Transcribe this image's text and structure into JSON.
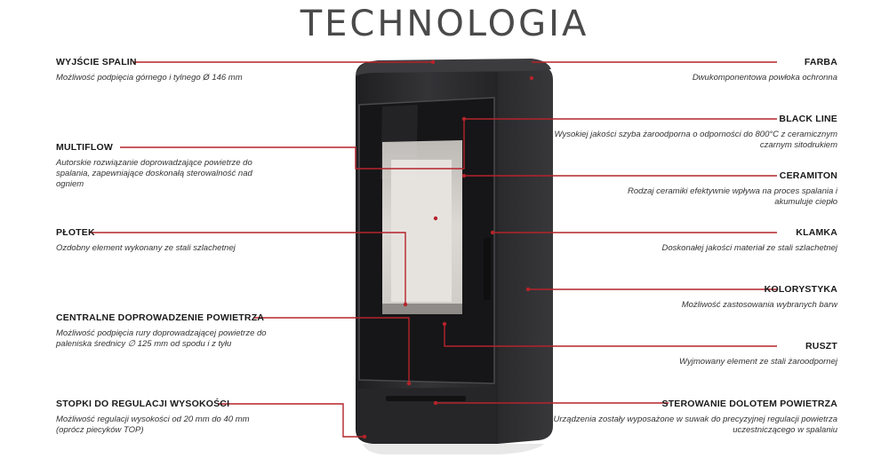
{
  "title": "TECHNOLOGIA",
  "colors": {
    "line": "#b5232a",
    "stove_body": "#2b2b2d",
    "glass": "#1c1c1e",
    "chamber": "#d9d6d2"
  },
  "left_labels": [
    {
      "name": "WYJŚCIE SPALIN",
      "desc": "Możliwość podpięcia górnego i tylnego Ø 146 mm"
    },
    {
      "name": "MULTIFLOW",
      "desc": "Autorskie rozwiązanie doprowadzające powietrze do spalania, zapewniające doskonałą sterowalność nad ogniem"
    },
    {
      "name": "PŁOTEK",
      "desc": "Ozdobny element wykonany ze stali szlachetnej"
    },
    {
      "name": "CENTRALNE DOPROWADZENIE POWIETRZA",
      "desc": "Możliwość podpięcia rury doprowadzającej powietrze do paleniska średnicy ∅ 125 mm od spodu i z tyłu"
    },
    {
      "name": "STOPKI DO REGULACJI WYSOKOŚCI",
      "desc": "Możliwość regulacji wysokości od 20 mm do 40 mm (oprócz piecyków TOP)"
    }
  ],
  "right_labels": [
    {
      "name": "FARBA",
      "desc": "Dwukomponentowa powłoka ochronna"
    },
    {
      "name": "BLACK LINE",
      "desc": "Wysokiej jakości szyba żaroodporna o odporności do 800°C z ceramicznym czarnym sitodrukiem"
    },
    {
      "name": "CERAMITON",
      "desc": "Rodzaj ceramiki efektywnie wpływa na proces spalania i akumuluje ciepło"
    },
    {
      "name": "KLAMKA",
      "desc": "Doskonałej jakości materiał ze stali szlachetnej"
    },
    {
      "name": "KOLORYSTYKA",
      "desc": "Możliwość zastosowania wybranych barw"
    },
    {
      "name": "RUSZT",
      "desc": "Wyjmowany element ze stali żaroodpornej"
    },
    {
      "name": "STEROWANIE DOLOTEM POWIETRZA",
      "desc": "Urządzenia zostały wyposażone w suwak do precyzyjnej regulacji powietrza uczestniczącego w spalaniu"
    }
  ]
}
